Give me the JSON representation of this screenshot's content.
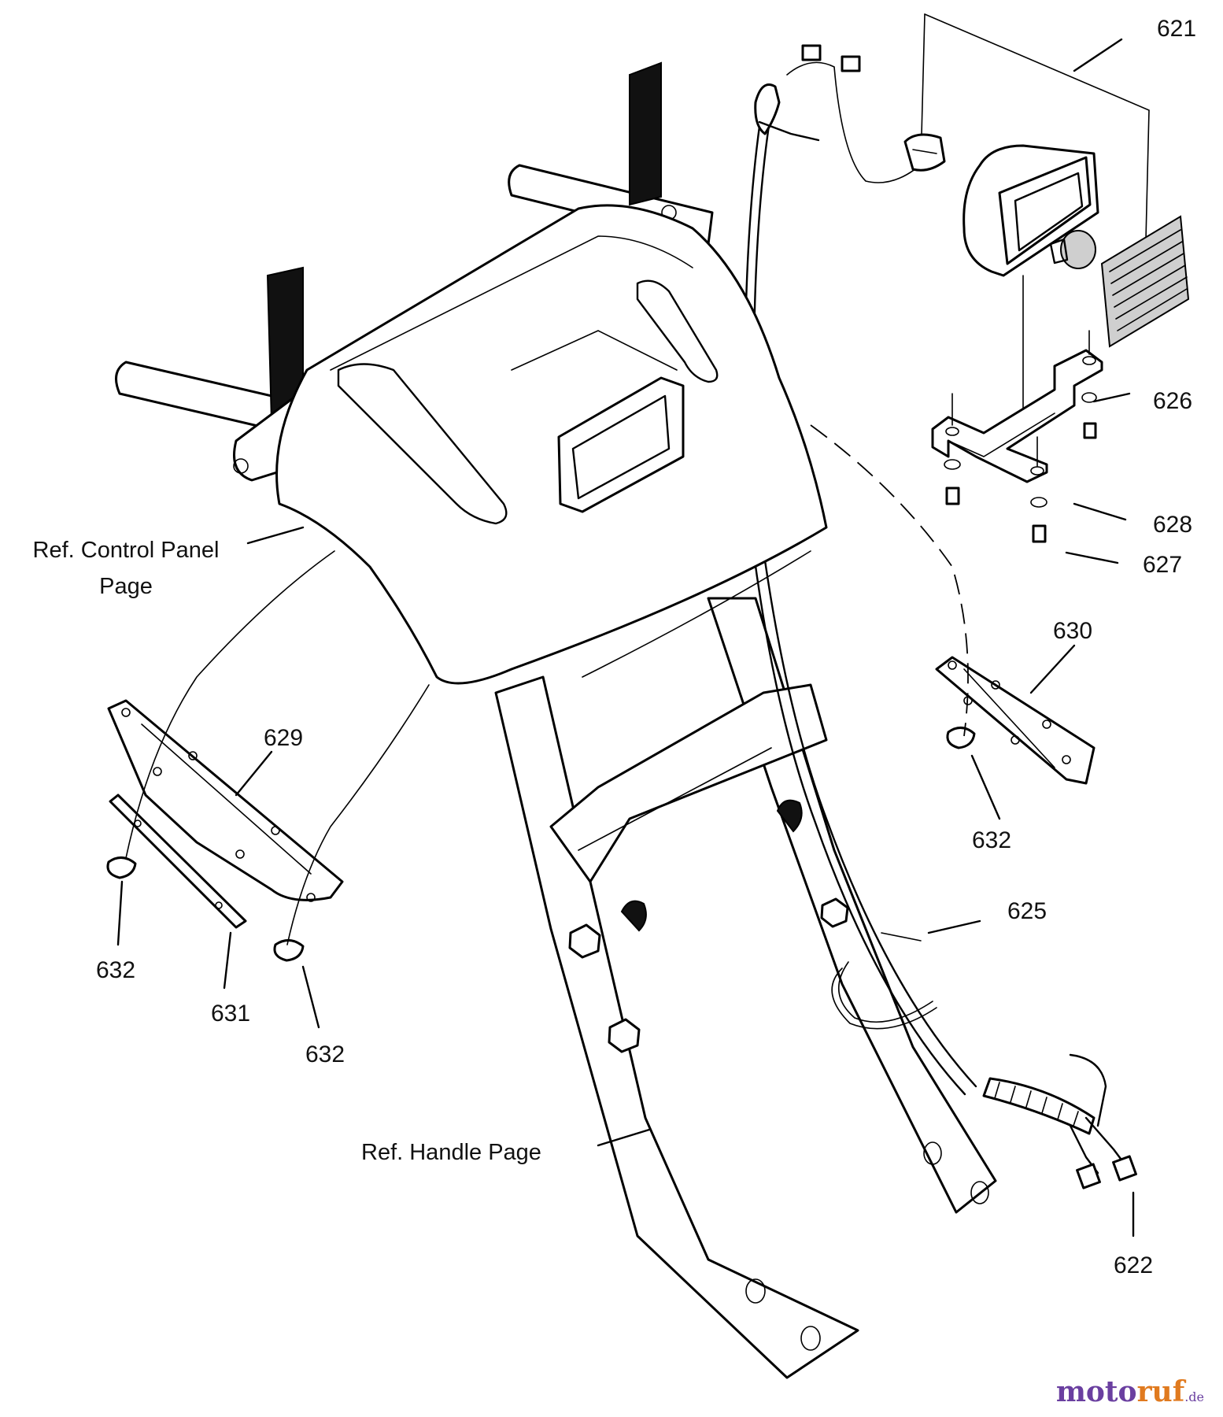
{
  "callouts": [
    {
      "id": "621",
      "text": "621"
    },
    {
      "id": "626",
      "text": "626"
    },
    {
      "id": "628",
      "text": "628"
    },
    {
      "id": "627",
      "text": "627"
    },
    {
      "id": "630",
      "text": "630"
    },
    {
      "id": "629",
      "text": "629"
    },
    {
      "id": "632a",
      "text": "632"
    },
    {
      "id": "632b",
      "text": "632"
    },
    {
      "id": "632c",
      "text": "632"
    },
    {
      "id": "631",
      "text": "631"
    },
    {
      "id": "625",
      "text": "625"
    },
    {
      "id": "622",
      "text": "622"
    }
  ],
  "references": {
    "control_panel_line1": "Ref. Control Panel",
    "control_panel_line2": "Page",
    "handle_page": "Ref. Handle Page"
  },
  "watermark": {
    "part1": "moto",
    "part2": "ruf",
    "suffix": ".de"
  },
  "colors": {
    "line": "#000000",
    "background": "#ffffff",
    "watermark_purple": "#6a3fa0",
    "watermark_orange": "#e07a1f"
  }
}
